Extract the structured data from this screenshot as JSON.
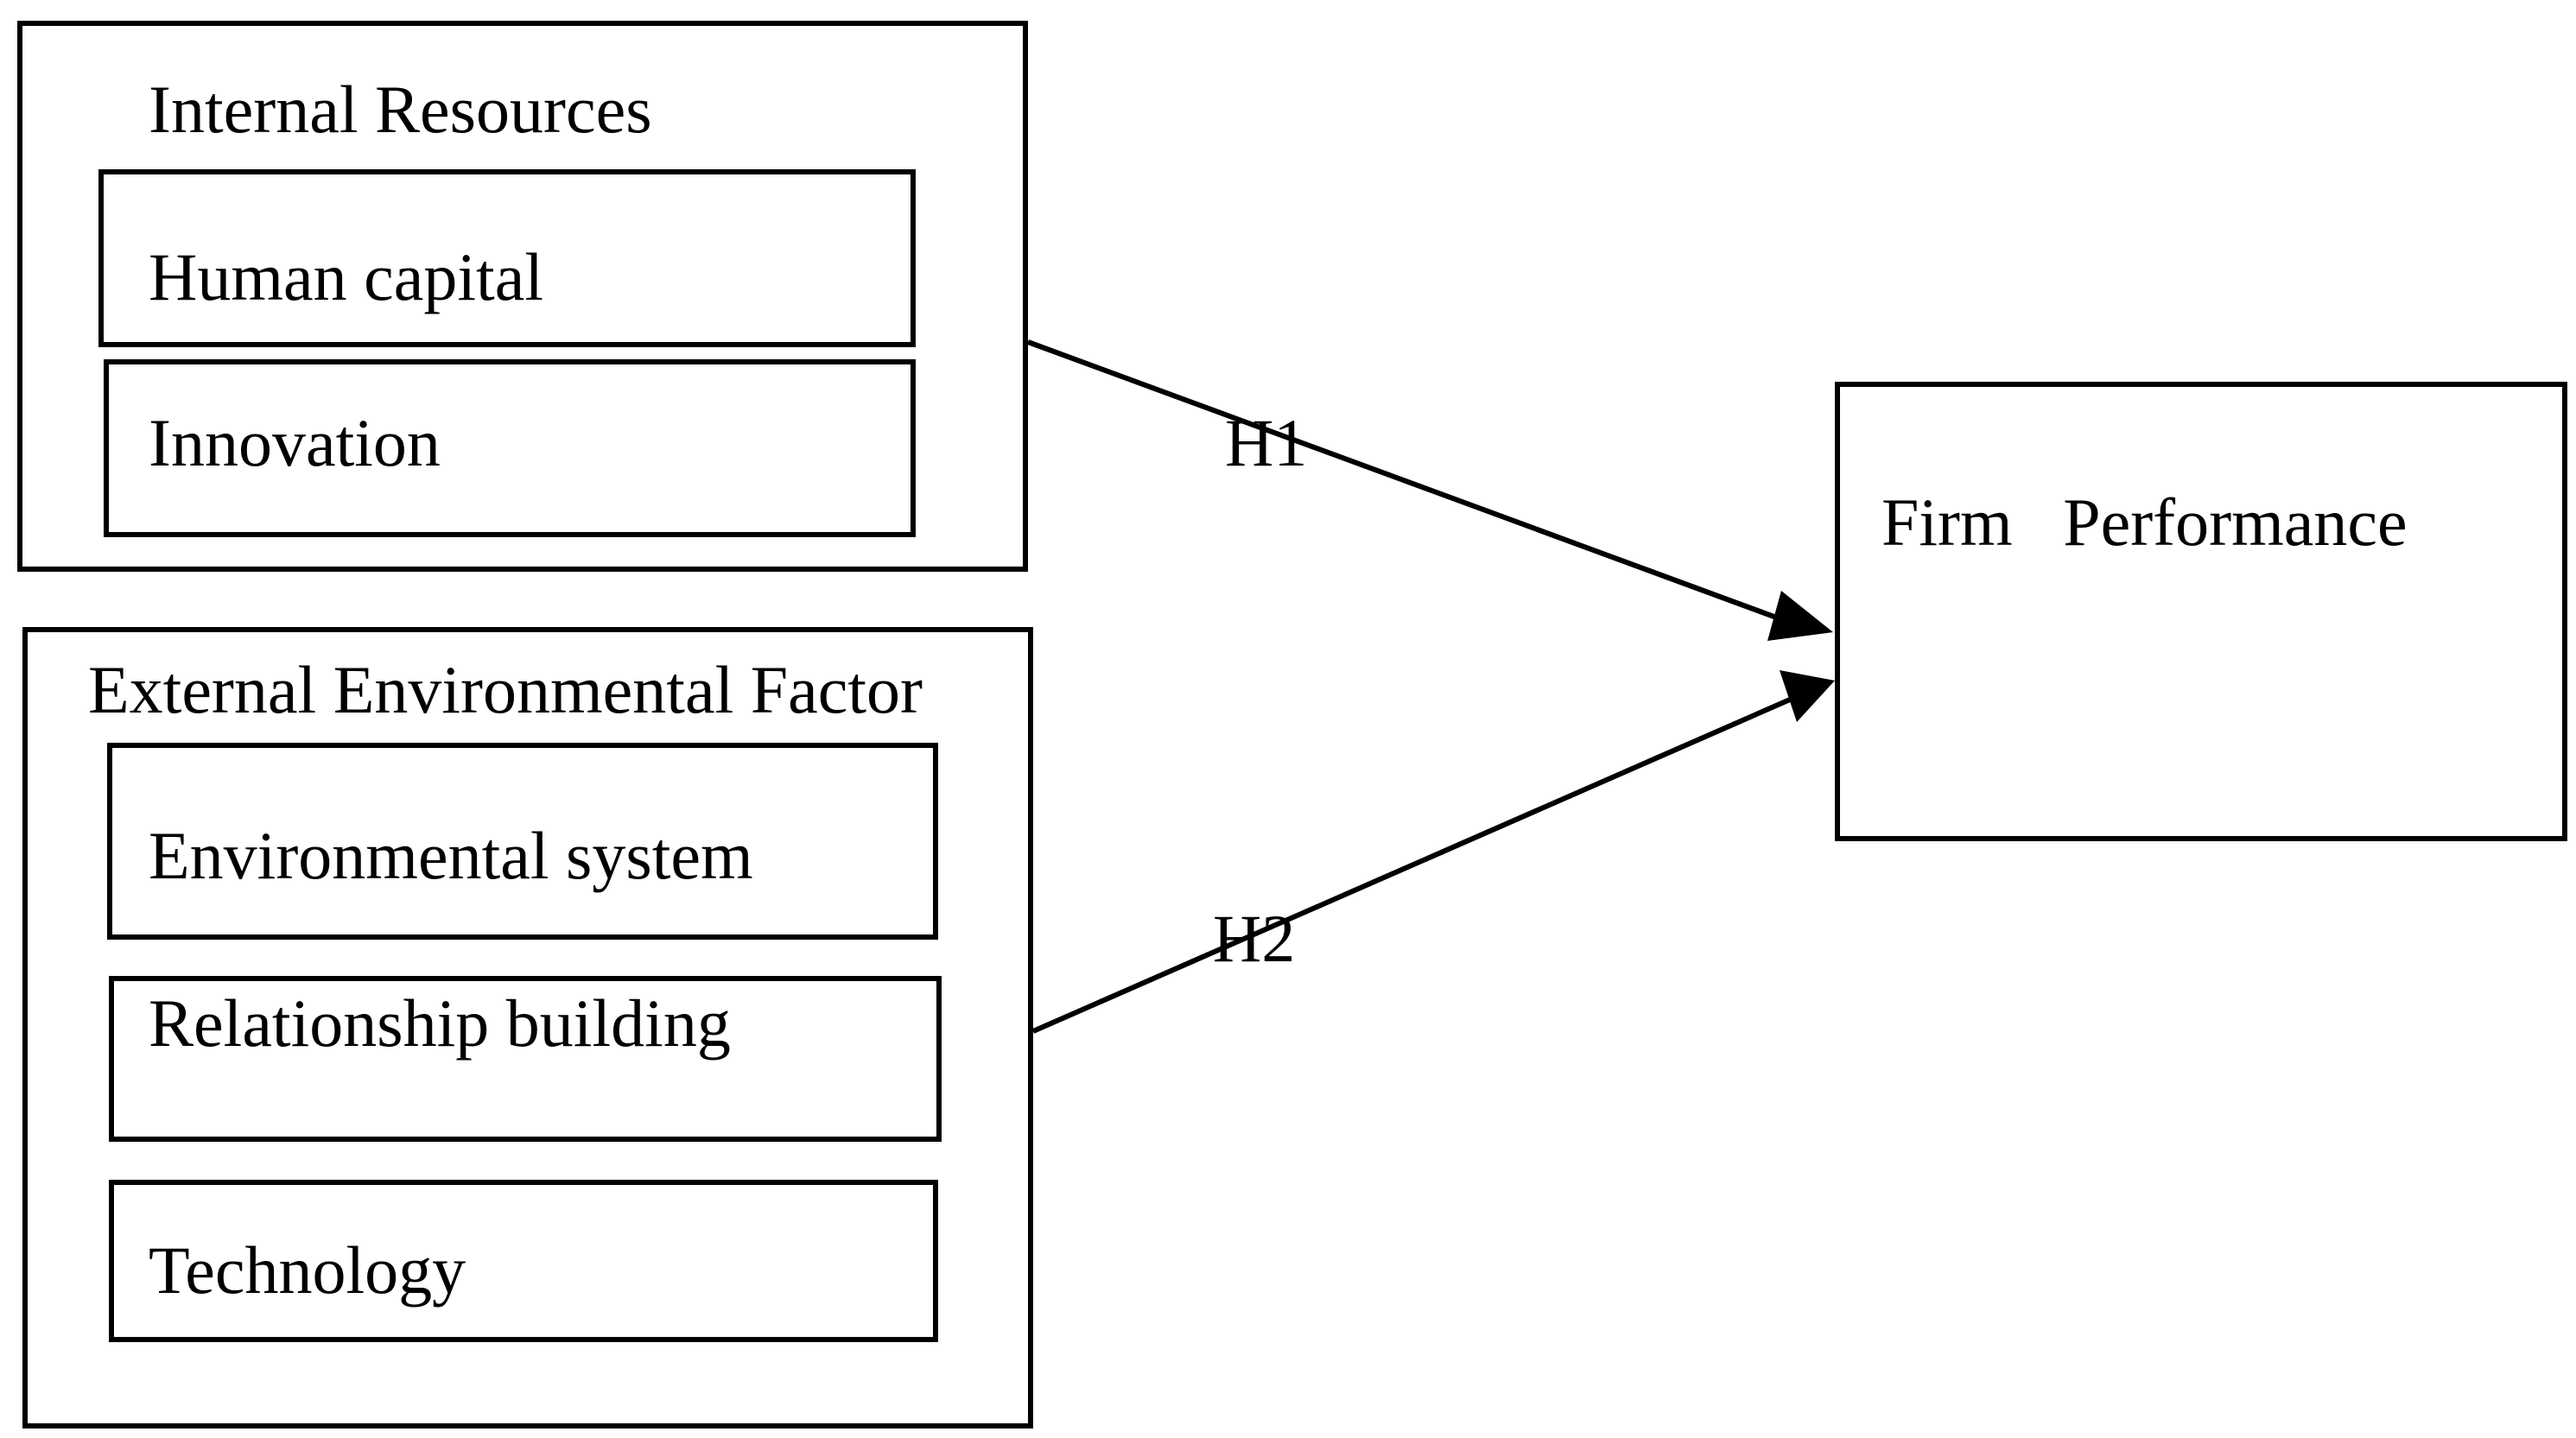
{
  "internal_resources": {
    "title": "Internal Resources",
    "items": [
      "Human capital",
      "Innovation"
    ]
  },
  "external_environment": {
    "title": "External Environmental Factor",
    "items": [
      "Environmental system",
      "Relationship building",
      "Technology"
    ]
  },
  "outcome": {
    "title": "Firm   Performance"
  },
  "hypotheses": {
    "h1": "H1",
    "h2": "H2"
  }
}
